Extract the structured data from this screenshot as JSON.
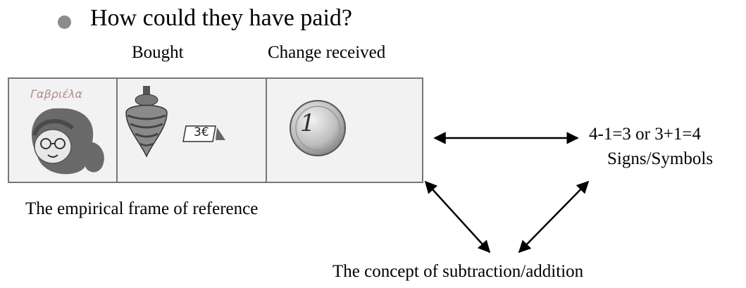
{
  "heading": "How could they have paid?",
  "columns": {
    "bought": "Bought",
    "change": "Change received"
  },
  "panel": {
    "child_name": "Γαβριέλα",
    "price_tag": "3€",
    "coin_value": "1"
  },
  "labels": {
    "empirical": "The empirical frame of reference",
    "formula": "4-1=3 or 3+1=4",
    "signs": "Signs/Symbols",
    "concept": "The concept of subtraction/addition"
  },
  "icons": [
    "bullet-icon",
    "girl-illustration",
    "spinning-top-illustration",
    "price-tag-icon",
    "euro-coin-illustration",
    "double-arrow-icon"
  ]
}
